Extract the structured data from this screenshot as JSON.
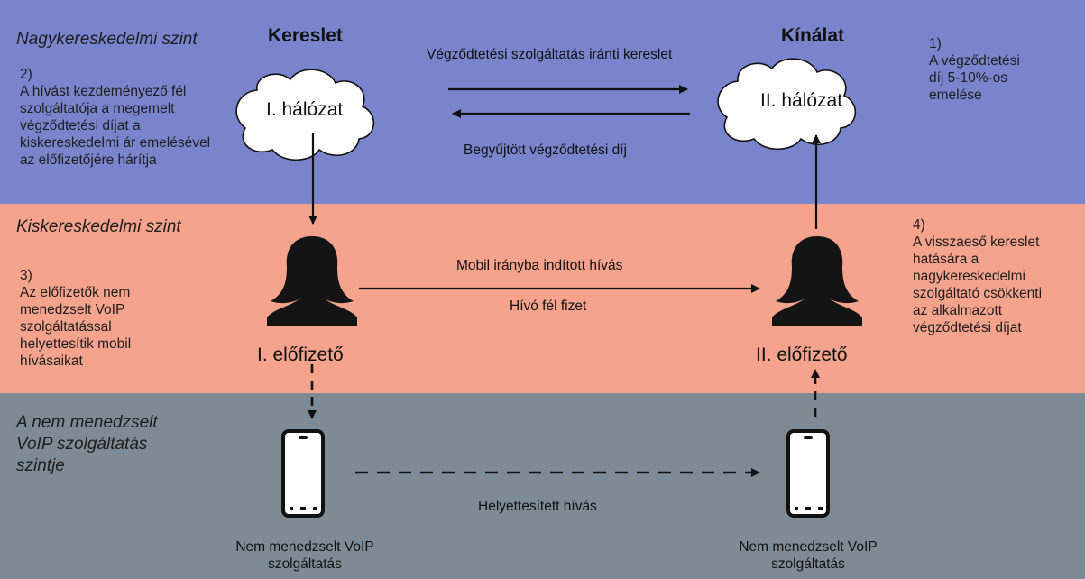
{
  "levels": {
    "wholesale": "Nagykereskedelmi szint",
    "retail": "Kiskereskedelmi szint",
    "voip": "A nem menedzselt\nVoIP szolgáltatás\nszintje"
  },
  "headers": {
    "demand": "Kereslet",
    "supply": "Kínálat"
  },
  "networks": {
    "left": "I. hálózat",
    "right": "II. hálózat"
  },
  "flows": {
    "termination_demand": "Végződtetési szolgáltatás iránti kereslet",
    "collected_fee": "Begyűjtött végződtetési díj",
    "mobile_call": "Mobil irányba indított hívás",
    "caller_pays": "Hívó fél fizet",
    "substituted_call": "Helyettesített hívás"
  },
  "subscribers": {
    "left": "I. előfizető",
    "right": "II. előfizető"
  },
  "devices": {
    "left_label": "Nem menedzselt VoIP\nszolgáltatás",
    "right_label": "Nem menedzselt VoIP\nszolgáltatás"
  },
  "notes": {
    "n1": "1)\nA végződtetési\ndíj 5-10%-os\nemelése",
    "n2": "2)\nA hívást kezdeményező fél\nszolgáltatója a megemelt\nvégződtetési díjat a\nkiskereskedelmi ár emelésével\naz előfizetőjére hárítja",
    "n3": "3)\nAz előfizetők nem\nmenedzselt VoIP\nszolgáltatással\nhelyettesítik mobil\nhívásaikat",
    "n4": "4)\nA visszaeső kereslet\nhatására a\nnagykereskedelmi\nszolgáltató csökkenti\naz alkalmazott\nvégződtetési díjat"
  },
  "colors": {
    "wholesale_band": "#7a84cc",
    "retail_band": "#f5a38c",
    "voip_band": "#7e8a94",
    "arrow": "#111111"
  },
  "icons": [
    "cloud-icon",
    "person-icon",
    "smartphone-icon"
  ]
}
